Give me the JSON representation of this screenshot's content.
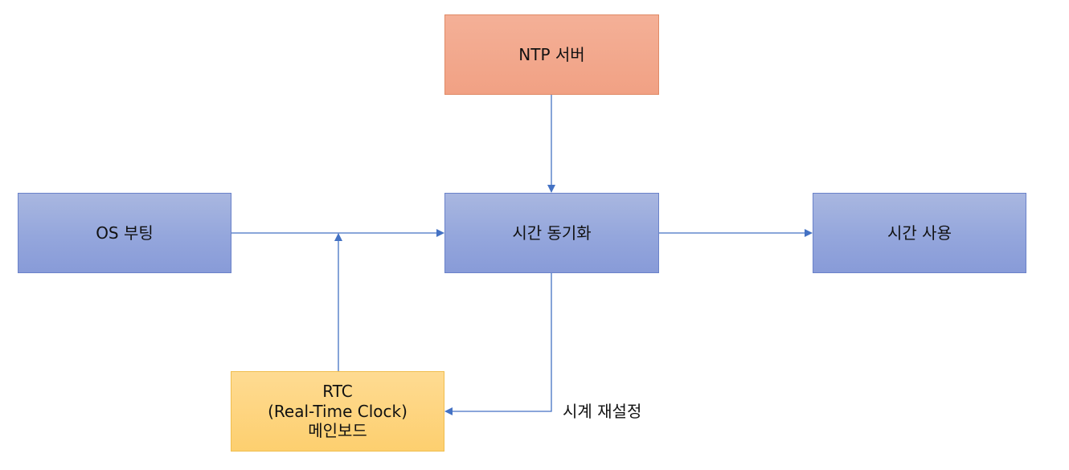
{
  "diagram": {
    "nodes": {
      "ntp": {
        "label": "NTP 서버"
      },
      "sync": {
        "label": "시간 동기화"
      },
      "os": {
        "label": "OS 부팅"
      },
      "use": {
        "label": "시간 사용"
      },
      "rtc": {
        "line1": "RTC",
        "line2": "(Real-Time Clock)",
        "line3": "메인보드"
      }
    },
    "edges": [
      {
        "from": "ntp",
        "to": "sync",
        "label": ""
      },
      {
        "from": "os",
        "to": "sync",
        "label": ""
      },
      {
        "from": "rtc",
        "to": "os-sync-line",
        "label": ""
      },
      {
        "from": "sync",
        "to": "use",
        "label": ""
      },
      {
        "from": "sync",
        "to": "rtc",
        "label": "시계 재설정"
      }
    ],
    "colors": {
      "process_fill": "#94a6dc",
      "server_fill": "#f1a184",
      "hardware_fill": "#fdcf6f",
      "connector": "#4472c4"
    }
  }
}
